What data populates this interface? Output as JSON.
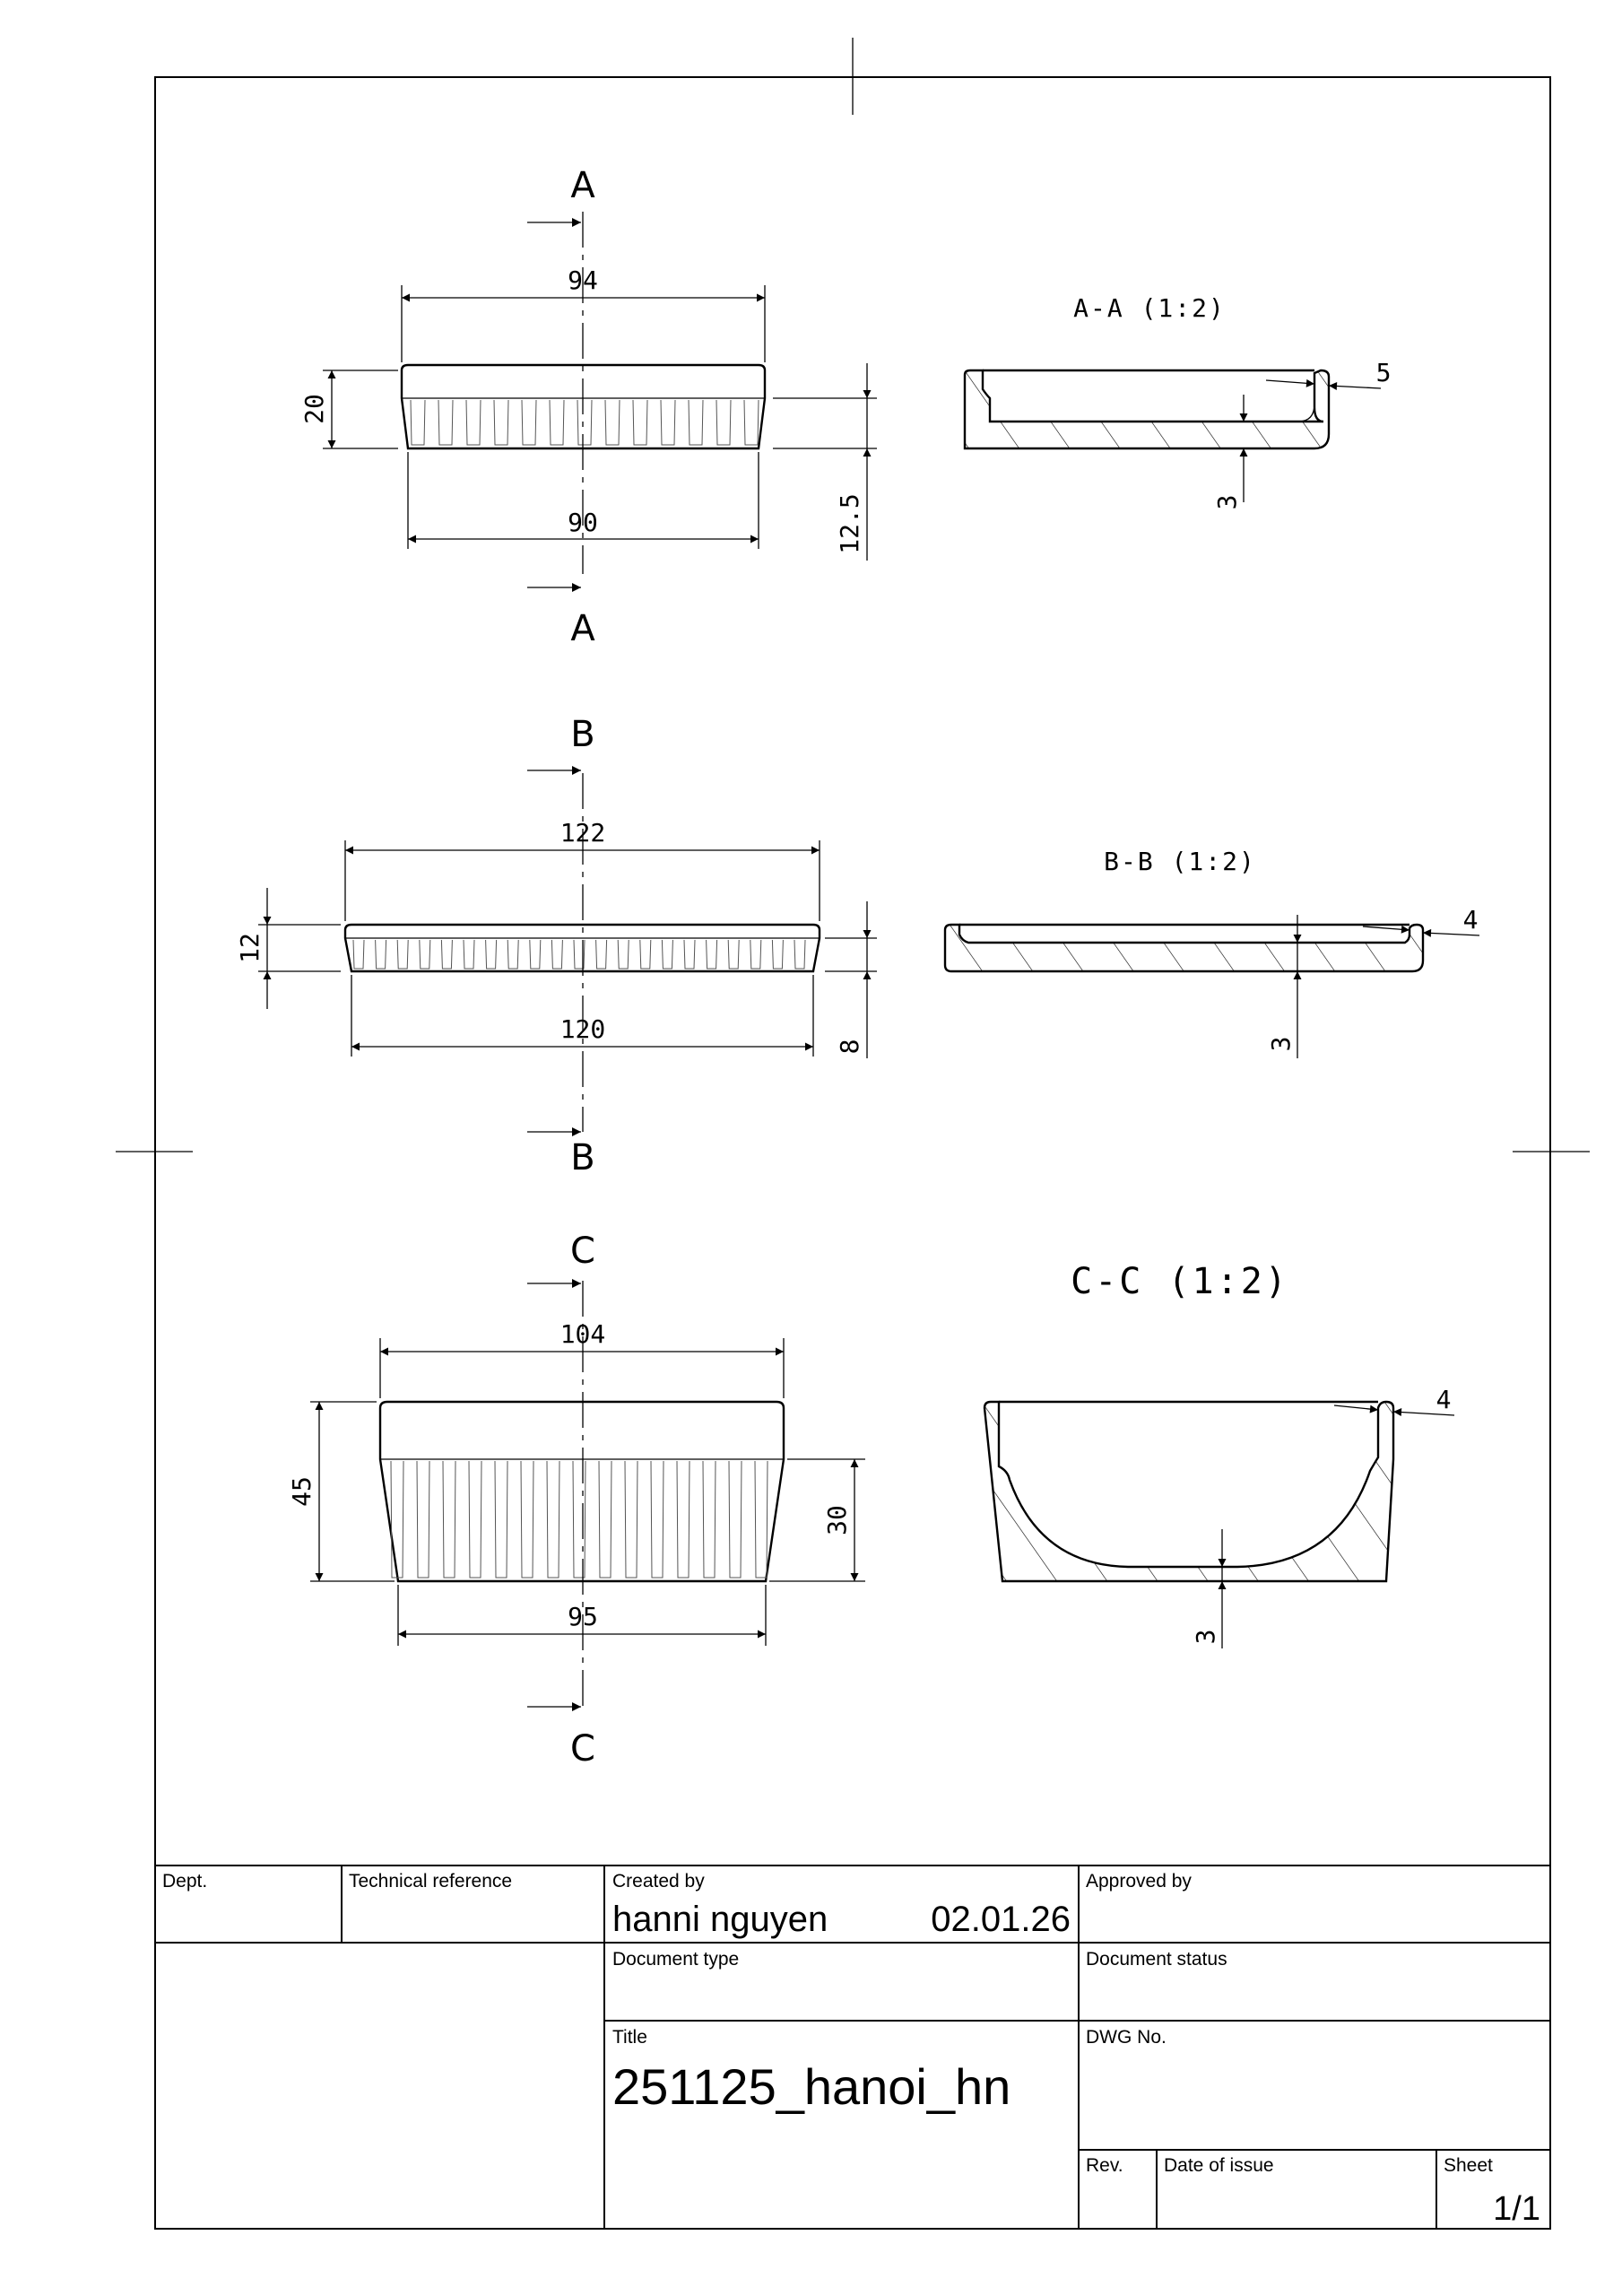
{
  "views": [
    {
      "id": "A",
      "cut_label_top": "A",
      "cut_label_bottom": "A",
      "dim_top_width": "94",
      "dim_bottom_width": "90",
      "dim_total_height": "20",
      "dim_lower_height": "12.5",
      "section_title": "A-A (1:2)",
      "section_rim": "5",
      "section_base": "3"
    },
    {
      "id": "B",
      "cut_label_top": "B",
      "cut_label_bottom": "B",
      "dim_top_width": "122",
      "dim_bottom_width": "120",
      "dim_total_height": "12",
      "dim_lower_height": "8",
      "section_title": "B-B (1:2)",
      "section_rim": "4",
      "section_base": "3"
    },
    {
      "id": "C",
      "cut_label_top": "C",
      "cut_label_bottom": "C",
      "dim_top_width": "104",
      "dim_bottom_width": "95",
      "dim_total_height": "45",
      "dim_lower_height": "30",
      "section_title": "C-C (1:2)",
      "section_rim": "4",
      "section_base": "3"
    }
  ],
  "title_block": {
    "dept_label": "Dept.",
    "tech_ref_label": "Technical reference",
    "created_by_label": "Created by",
    "created_by": "hanni nguyen",
    "created_date": "02.01.26",
    "approved_by_label": "Approved by",
    "doc_type_label": "Document type",
    "doc_status_label": "Document status",
    "title_label": "Title",
    "title": "251125_hanoi_hn",
    "dwg_no_label": "DWG No.",
    "rev_label": "Rev.",
    "date_of_issue_label": "Date of issue",
    "sheet_label": "Sheet",
    "sheet": "1/1"
  }
}
